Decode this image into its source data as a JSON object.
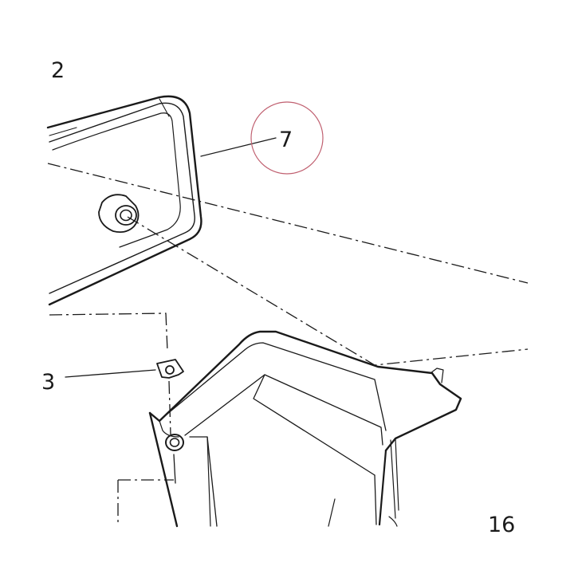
{
  "diagram": {
    "callouts": [
      "2",
      "7",
      "3",
      "16"
    ],
    "colors": {
      "line": "#1a1a1a",
      "highlight_circle": "#c06070",
      "background": "#ffffff"
    }
  }
}
